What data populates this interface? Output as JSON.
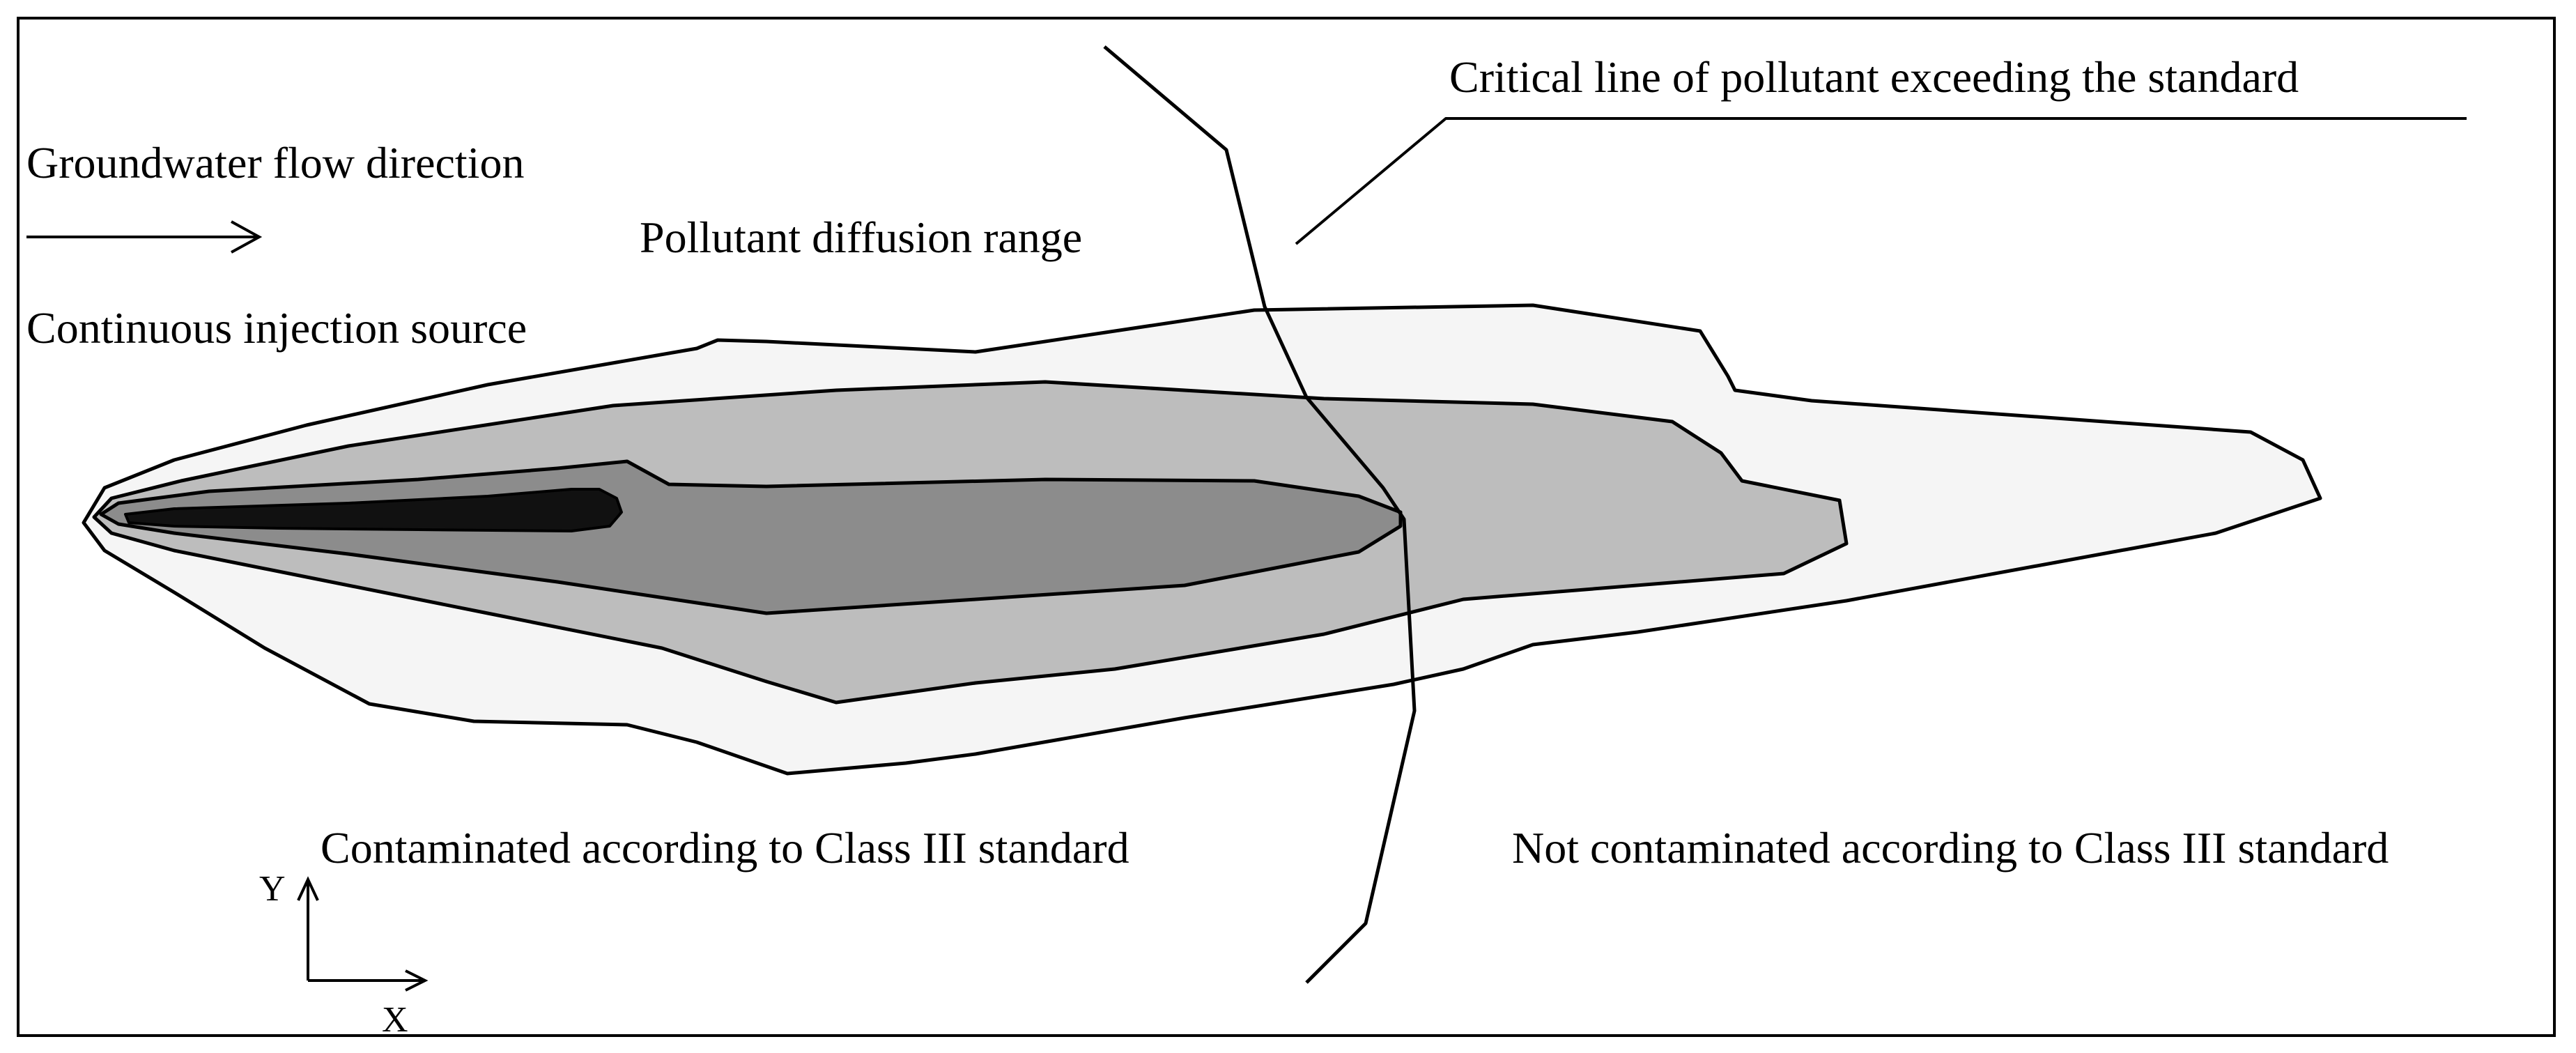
{
  "labels": {
    "flow_direction": "Groundwater flow direction",
    "diffusion_range": "Pollutant diffusion range",
    "injection_source": "Continuous injection source",
    "critical_line": "Critical line of pollutant exceeding the standard",
    "contaminated": "Contaminated according to Class III standard",
    "not_contaminated": "Not contaminated according to Class III standard",
    "axis_y": "Y",
    "axis_x": "X"
  },
  "colors": {
    "outer_zone": "#f5f5f5",
    "middle_zone": "#bdbdbd",
    "inner_zone": "#8c8c8c",
    "core_zone": "#111111",
    "line": "#000000",
    "frame": "#000000"
  }
}
